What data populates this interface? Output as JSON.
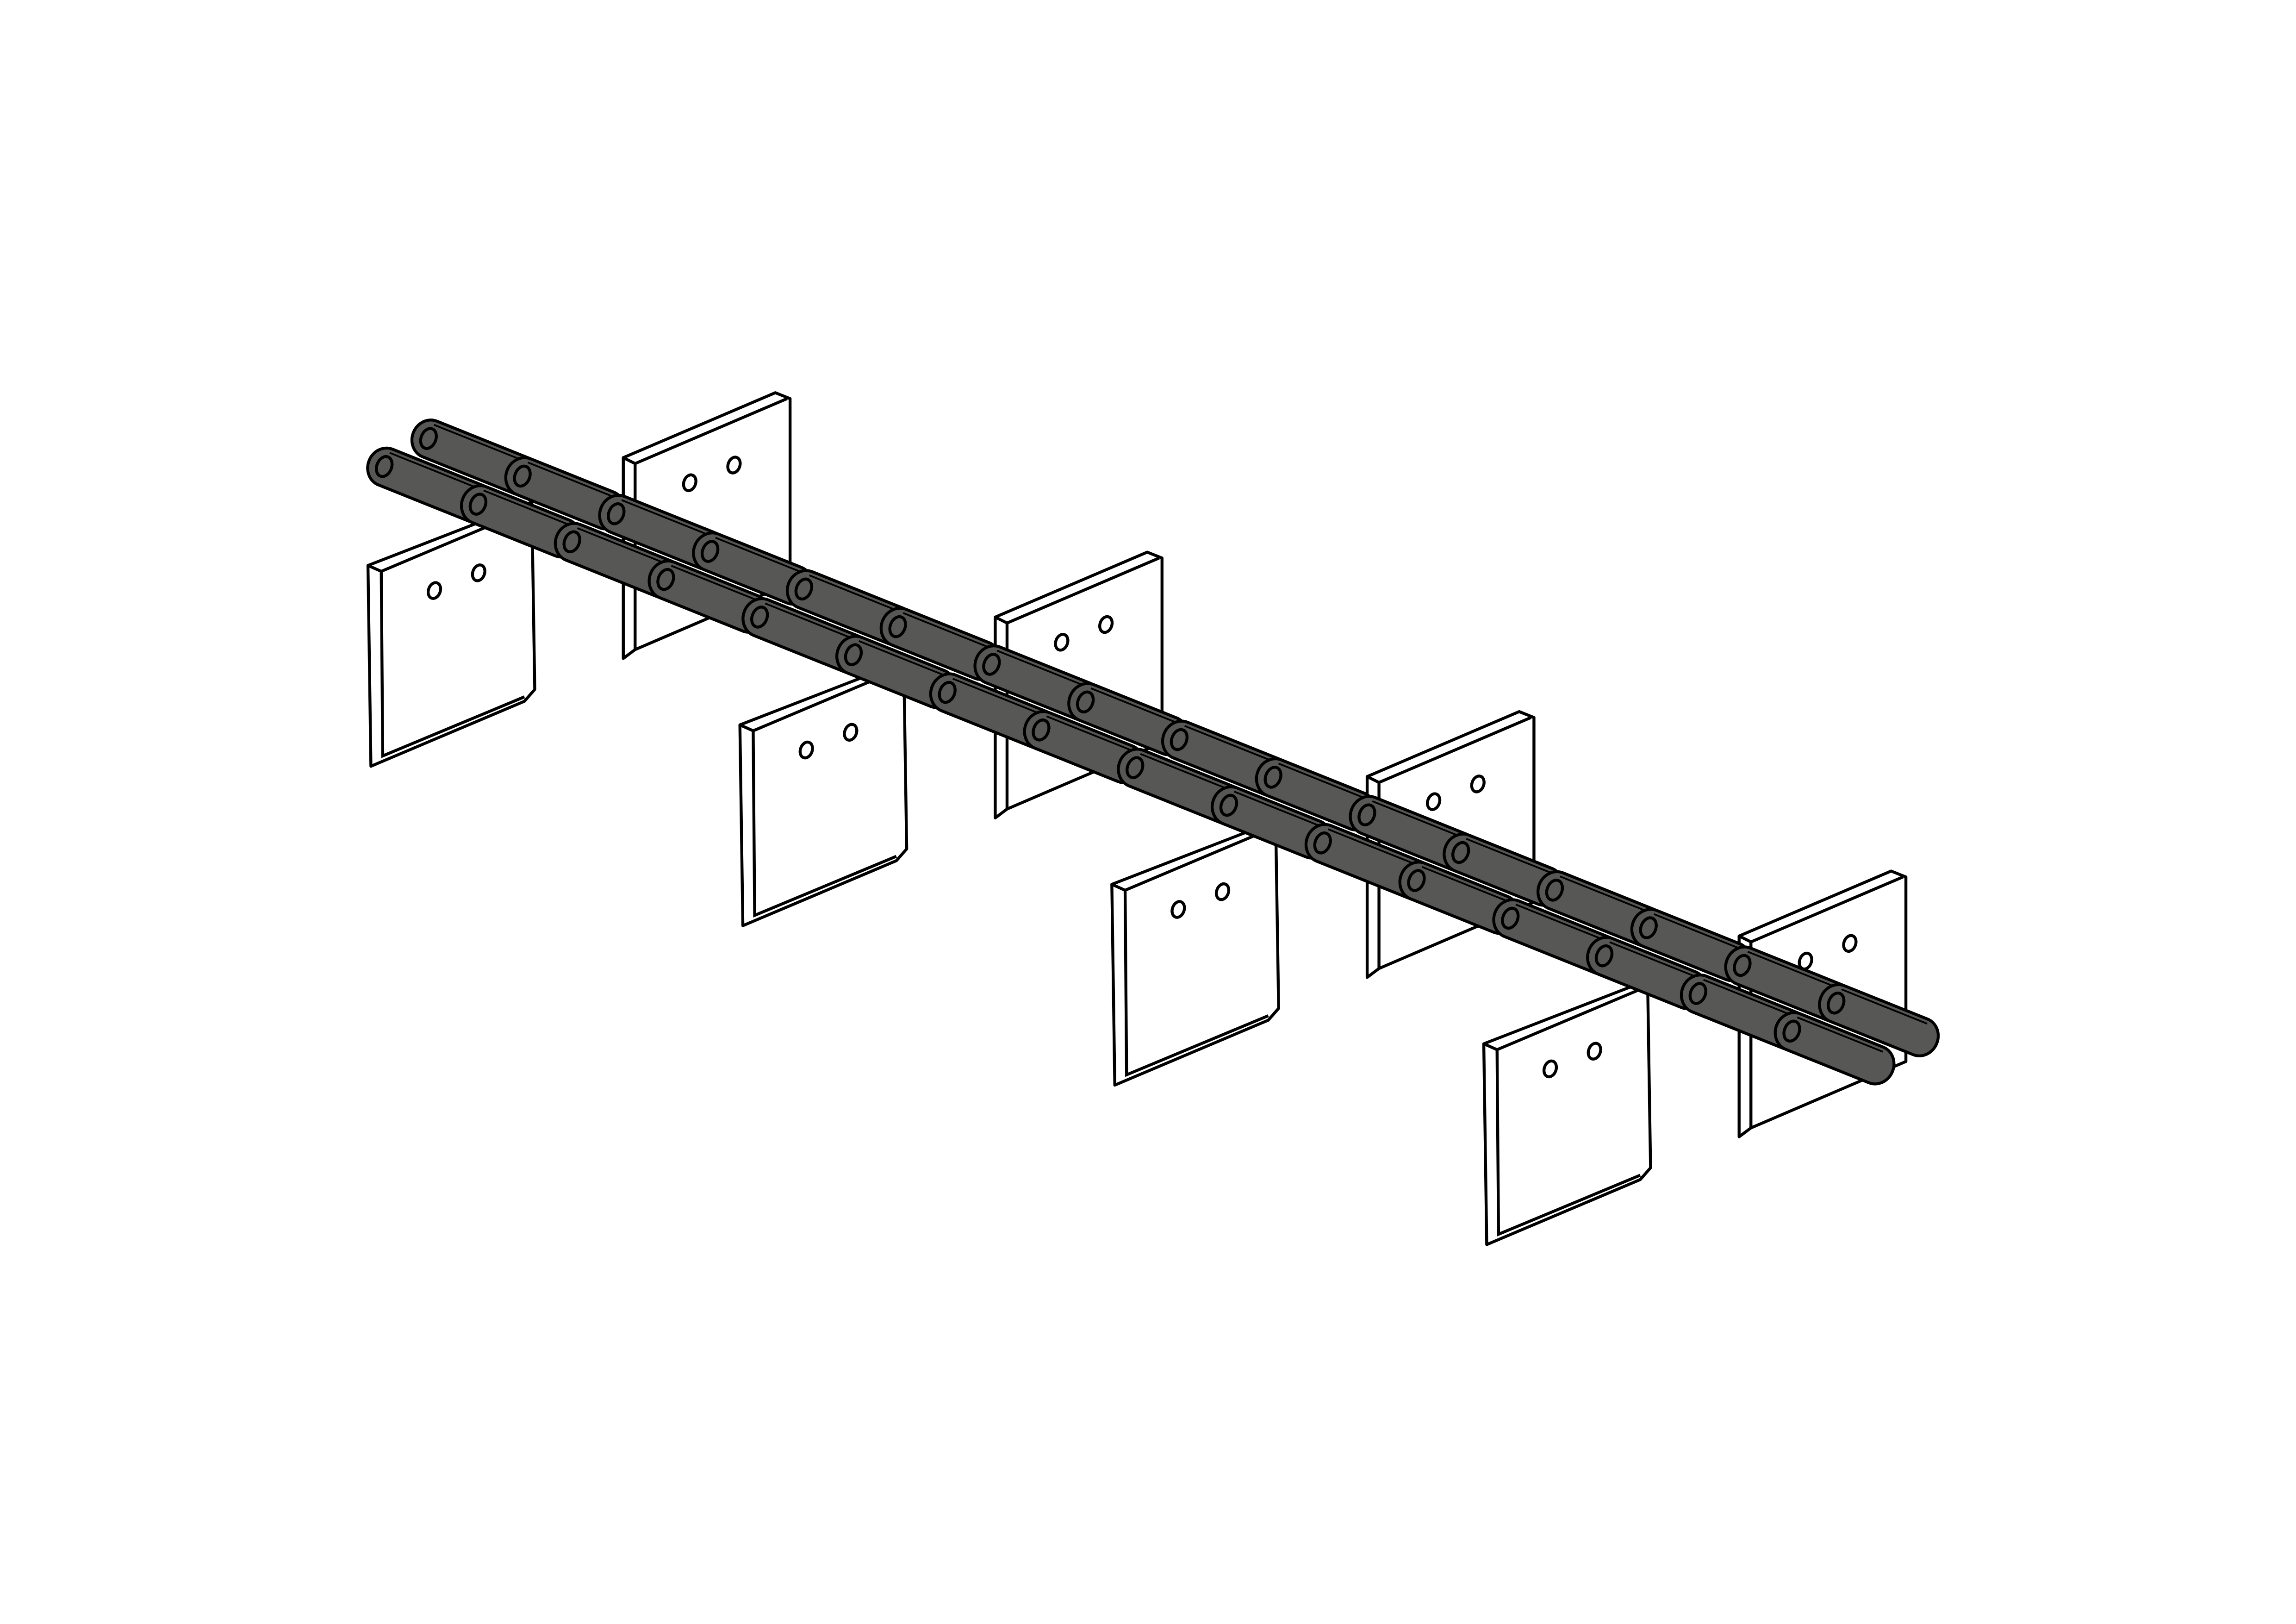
{
  "figure": {
    "subject": "roller-chain-with-plate-attachments",
    "colors": {
      "chain_fill": "#575755",
      "plate_fill": "#ffffff",
      "stroke": "#000000"
    },
    "attachment_pairs": 4,
    "holes_per_plate": 2
  }
}
